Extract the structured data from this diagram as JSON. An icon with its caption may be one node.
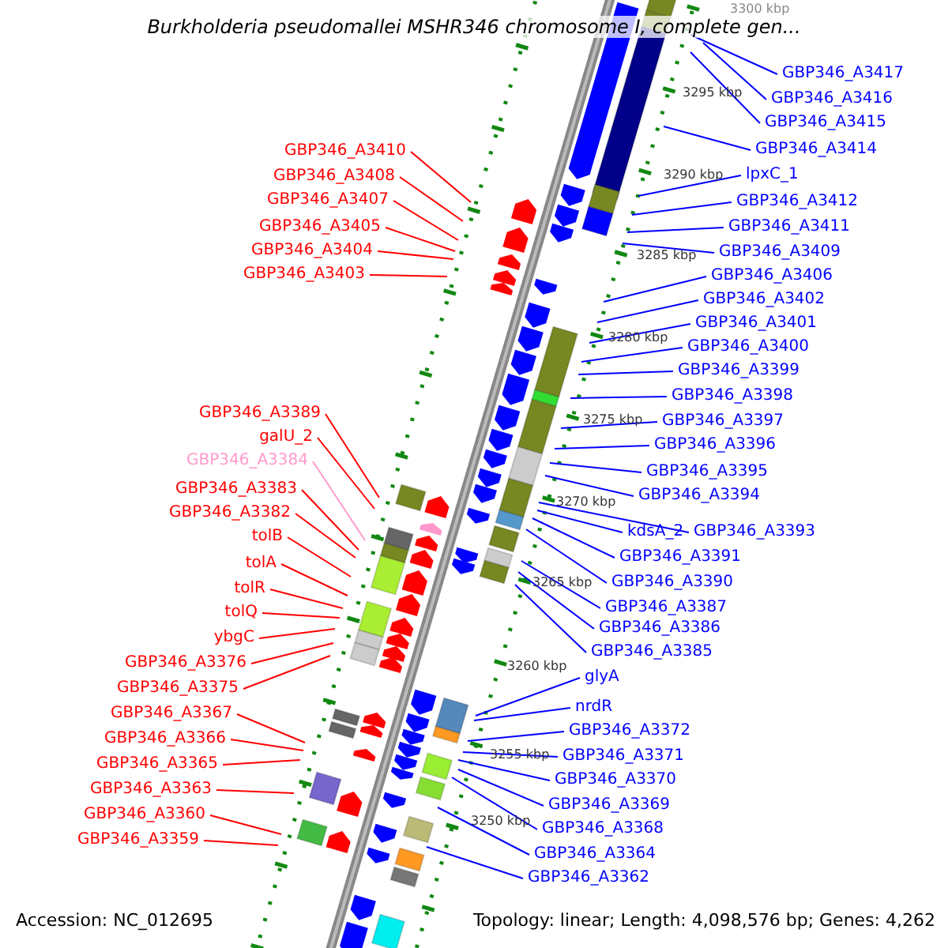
{
  "diagram": {
    "title": "Burkholderia pseudomallei MSHR346 chromosome I, complete gen...",
    "nodes": [
      {
        "text": [
          "GBP346_A3410"
        ]
      },
      {
        "text": [
          "GBP346_A3408"
        ]
      },
      {
        "text": [
          "GBP346_A3407"
        ]
      },
      {
        "text": [
          "GBP346_A3405"
        ]
      },
      {
        "text": [
          "GBP346_A3404"
        ]
      },
      {
        "text": [
          "GBP346_A3403"
        ]
      },
      {
        "text": [
          "GBP346_A3389"
        ]
      },
      {
        "text": [
          "galU_2"
        ]
      },
      {
        "text": [
          "GBP346_A3384"
        ]
      },
      {
        "text": [
          "GBP346_A3383"
        ]
      },
      {
        "text": [
          "GBP346_A3382"
        ]
      },
      {
        "text": [
          "tolB"
        ]
      },
      {
        "text": [
          "tolA"
        ]
      },
      {
        "text": [
          "tolR"
        ]
      },
      {
        "text": [
          "tolQ"
        ]
      },
      {
        "text": [
          "ybgC"
        ]
      },
      {
        "text": [
          "GBP346_A3376"
        ]
      },
      {
        "text": [
          "GBP346_A3375"
        ]
      },
      {
        "text": [
          "GBP346_A3367"
        ]
      },
      {
        "text": [
          "GBP346_A3366"
        ]
      },
      {
        "text": [
          "GBP346_A3365"
        ]
      },
      {
        "text": [
          "GBP346_A3363"
        ]
      },
      {
        "text": [
          "GBP346_A3360"
        ]
      },
      {
        "text": [
          "GBP346_A3359"
        ]
      },
      {
        "text": [
          "GBP346_A3417"
        ]
      },
      {
        "text": [
          "GBP346_A3416"
        ]
      },
      {
        "text": [
          "GBP346_A3415"
        ]
      },
      {
        "text": [
          "GBP346_A3414"
        ]
      },
      {
        "text": [
          "lpxC_1"
        ]
      },
      {
        "text": [
          "GBP346_A3412"
        ]
      },
      {
        "text": [
          "GBP346_A3411"
        ]
      },
      {
        "text": [
          "GBP346_A3409"
        ]
      },
      {
        "text": [
          "GBP346_A3406"
        ]
      },
      {
        "text": [
          "GBP346_A3402"
        ]
      },
      {
        "text": [
          "GBP346_A3401"
        ]
      },
      {
        "text": [
          "GBP346_A3400"
        ]
      },
      {
        "text": [
          "GBP346_A3399"
        ]
      },
      {
        "text": [
          "GBP346_A3398"
        ]
      },
      {
        "text": [
          "GBP346_A3397"
        ]
      },
      {
        "text": [
          "GBP346_A3396"
        ]
      },
      {
        "text": [
          "GBP346_A3395"
        ]
      },
      {
        "text": [
          "GBP346_A3394"
        ]
      },
      {
        "text": [
          "GBP346_A3393"
        ]
      },
      {
        "text": [
          "kdsA_2"
        ]
      },
      {
        "text": [
          "GBP346_A3391"
        ]
      },
      {
        "text": [
          "GBP346_A3390"
        ]
      },
      {
        "text": [
          "GBP346_A3387"
        ]
      },
      {
        "text": [
          "GBP346_A3386"
        ]
      },
      {
        "text": [
          "GBP346_A3385"
        ]
      },
      {
        "text": [
          "glyA"
        ]
      },
      {
        "text": [
          "nrdR"
        ]
      },
      {
        "text": [
          "GBP346_A3372"
        ]
      },
      {
        "text": [
          "GBP346_A3371"
        ]
      },
      {
        "text": [
          "GBP346_A3370"
        ]
      },
      {
        "text": [
          "GBP346_A3369"
        ]
      },
      {
        "text": [
          "GBP346_A3368"
        ]
      },
      {
        "text": [
          "GBP346_A3364"
        ]
      },
      {
        "text": [
          "GBP346_A3362"
        ]
      }
    ],
    "edges": [
      {
        "from": 0,
        "to": null,
        "arrow": "none",
        "color": "#ff0000"
      },
      {
        "from": 1,
        "to": null,
        "arrow": "none",
        "color": "#ff0000"
      },
      {
        "from": 2,
        "to": null,
        "arrow": "none",
        "color": "#ff0000"
      },
      {
        "from": 3,
        "to": null,
        "arrow": "none",
        "color": "#ff0000"
      },
      {
        "from": 4,
        "to": null,
        "arrow": "none",
        "color": "#ff0000"
      },
      {
        "from": 5,
        "to": null,
        "arrow": "none",
        "color": "#ff0000"
      },
      {
        "from": 6,
        "to": null,
        "arrow": "none",
        "color": "#ff0000"
      },
      {
        "from": 7,
        "to": null,
        "arrow": "none",
        "color": "#ff0000"
      },
      {
        "from": 8,
        "to": null,
        "arrow": "none",
        "color": "#ff99cc"
      },
      {
        "from": 9,
        "to": null,
        "arrow": "none",
        "color": "#ff0000"
      },
      {
        "from": 10,
        "to": null,
        "arrow": "none",
        "color": "#ff0000"
      },
      {
        "from": 11,
        "to": null,
        "arrow": "none",
        "color": "#ff0000"
      },
      {
        "from": 12,
        "to": null,
        "arrow": "none",
        "color": "#ff0000"
      },
      {
        "from": 13,
        "to": null,
        "arrow": "none",
        "color": "#ff0000"
      },
      {
        "from": 14,
        "to": null,
        "arrow": "none",
        "color": "#ff0000"
      },
      {
        "from": 15,
        "to": null,
        "arrow": "none",
        "color": "#ff0000"
      },
      {
        "from": 16,
        "to": null,
        "arrow": "none",
        "color": "#ff0000"
      },
      {
        "from": 17,
        "to": null,
        "arrow": "none",
        "color": "#ff0000"
      },
      {
        "from": 18,
        "to": null,
        "arrow": "none",
        "color": "#ff0000"
      },
      {
        "from": 19,
        "to": null,
        "arrow": "none",
        "color": "#ff0000"
      },
      {
        "from": 20,
        "to": null,
        "arrow": "none",
        "color": "#ff0000"
      },
      {
        "from": 21,
        "to": null,
        "arrow": "none",
        "color": "#ff0000"
      },
      {
        "from": 22,
        "to": null,
        "arrow": "none",
        "color": "#ff0000"
      },
      {
        "from": 23,
        "to": null,
        "arrow": "none",
        "color": "#ff0000"
      },
      {
        "from": 24,
        "to": null,
        "arrow": "none"
      },
      {
        "from": 25,
        "to": null,
        "arrow": "none"
      },
      {
        "from": 26,
        "to": null,
        "arrow": "none"
      },
      {
        "from": 27,
        "to": null,
        "arrow": "none"
      },
      {
        "from": 28,
        "to": null,
        "arrow": "none"
      },
      {
        "from": 29,
        "to": null,
        "arrow": "none"
      },
      {
        "from": 30,
        "to": null,
        "arrow": "none"
      },
      {
        "from": 31,
        "to": null,
        "arrow": "none"
      },
      {
        "from": 32,
        "to": null,
        "arrow": "none"
      },
      {
        "from": 33,
        "to": null,
        "arrow": "none"
      },
      {
        "from": 34,
        "to": null,
        "arrow": "none"
      },
      {
        "from": 35,
        "to": null,
        "arrow": "none"
      },
      {
        "from": 36,
        "to": null,
        "arrow": "none"
      },
      {
        "from": 37,
        "to": null,
        "arrow": "none"
      },
      {
        "from": 38,
        "to": null,
        "arrow": "none"
      },
      {
        "from": 39,
        "to": null,
        "arrow": "none"
      },
      {
        "from": 40,
        "to": null,
        "arrow": "none"
      },
      {
        "from": 41,
        "to": null,
        "arrow": "none"
      },
      {
        "from": 42,
        "to": null,
        "arrow": "none"
      },
      {
        "from": 43,
        "to": null,
        "arrow": "none"
      },
      {
        "from": 44,
        "to": null,
        "arrow": "none"
      },
      {
        "from": 45,
        "to": null,
        "arrow": "none"
      },
      {
        "from": 46,
        "to": null,
        "arrow": "none"
      },
      {
        "from": 47,
        "to": null,
        "arrow": "none"
      },
      {
        "from": 48,
        "to": null,
        "arrow": "none"
      },
      {
        "from": 49,
        "to": null,
        "arrow": "none"
      },
      {
        "from": 50,
        "to": null,
        "arrow": "none"
      },
      {
        "from": 51,
        "to": null,
        "arrow": "none"
      },
      {
        "from": 52,
        "to": null,
        "arrow": "none"
      },
      {
        "from": 53,
        "to": null,
        "arrow": "none"
      },
      {
        "from": 54,
        "to": null,
        "arrow": "none"
      },
      {
        "from": 55,
        "to": null,
        "arrow": "none"
      },
      {
        "from": 56,
        "to": null,
        "arrow": "none"
      },
      {
        "from": 57,
        "to": null,
        "arrow": "none"
      }
    ],
    "labels": [
      "3300 kbp",
      "3295 kbp",
      "3290 kbp",
      "3285 kbp",
      "3280 kbp",
      "3275 kbp",
      "3270 kbp",
      "3265 kbp",
      "3260 kbp",
      "3255 kbp",
      "3250 kbp",
      "Accession: NC_012695",
      "Topology: linear; Length: 4,098,576 bp; Genes: 4,262"
    ]
  }
}
